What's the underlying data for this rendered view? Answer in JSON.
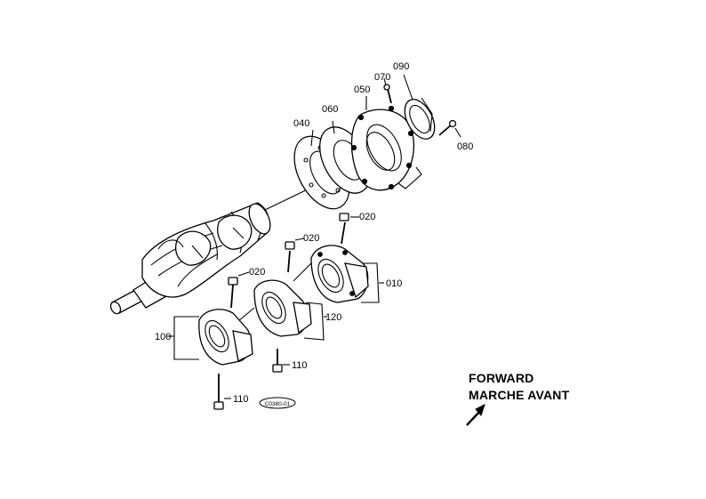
{
  "callouts": {
    "c010": "010",
    "c020a": "020",
    "c020b": "020",
    "c020c": "020",
    "c040": "040",
    "c050": "050",
    "c060": "060",
    "c070": "070",
    "c080": "080",
    "c090": "090",
    "c100": "100",
    "c110a": "110",
    "c110b": "110",
    "c120": "120"
  },
  "direction": {
    "line1": "FORWARD",
    "line2": "MARCHE AVANT"
  },
  "figure_code": "C0380-01",
  "icons": {
    "direction_arrow": "arrow-up-right-icon"
  }
}
